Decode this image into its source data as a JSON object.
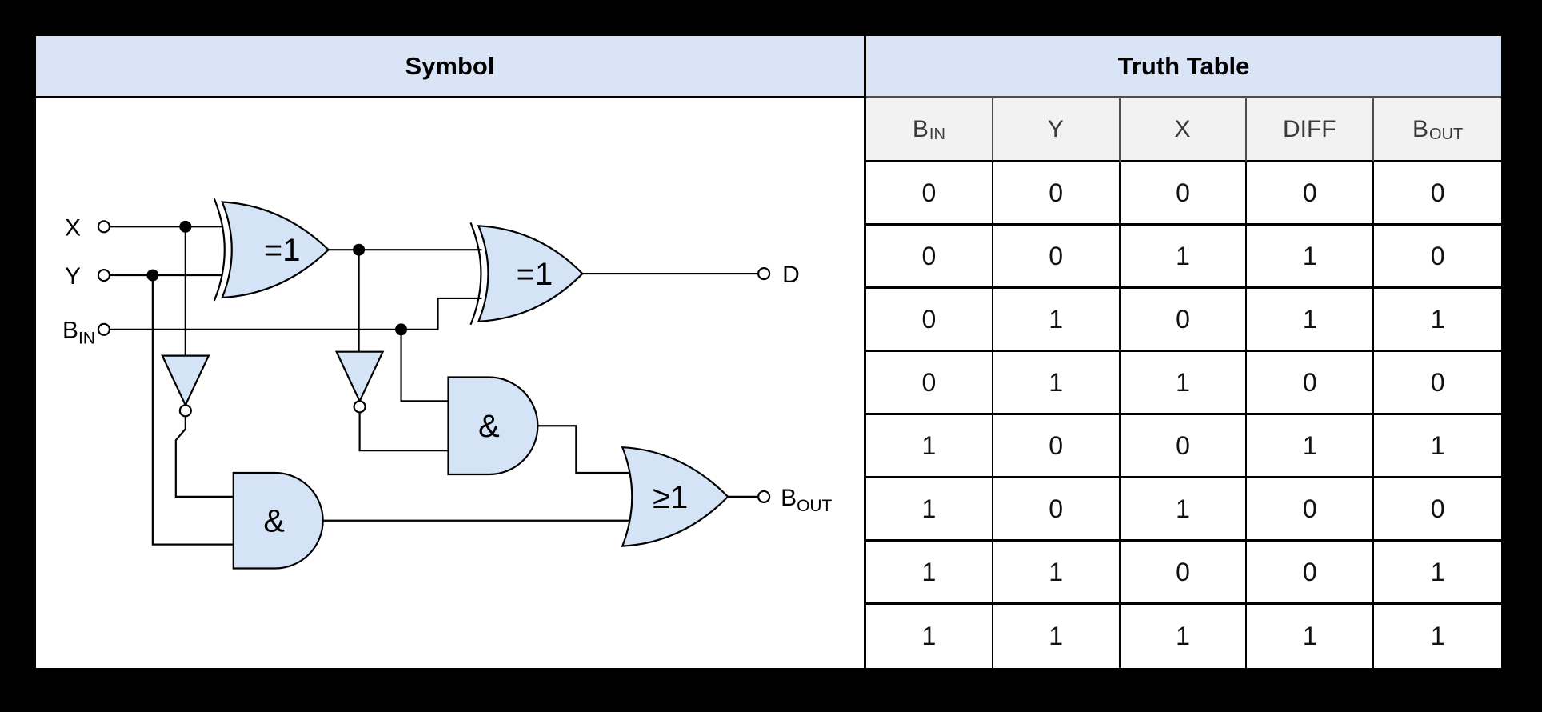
{
  "panel": {
    "symbol_header": "Symbol",
    "truth_header": "Truth Table"
  },
  "colors": {
    "page_background": "#000000",
    "panel_background": "#ffffff",
    "header_bg": "#d9e4f6",
    "gate_fill": "#d5e3f6",
    "table_header_bg": "#f2f2f2",
    "table_header_text": "#3a3a3a",
    "line_color": "#000000"
  },
  "circuit": {
    "inputs": [
      {
        "label": "X",
        "sub": ""
      },
      {
        "label": "Y",
        "sub": ""
      },
      {
        "label": "B",
        "sub": "IN"
      }
    ],
    "outputs": [
      {
        "label": "D",
        "sub": ""
      },
      {
        "label": "B",
        "sub": "OUT"
      }
    ],
    "gates": {
      "xor1": "=1",
      "xor2": "=1",
      "and_mid": "&",
      "and_bottom": "&",
      "or": "≥1"
    }
  },
  "table": {
    "headers": [
      {
        "main": "B",
        "sub": "IN"
      },
      {
        "main": "Y",
        "sub": ""
      },
      {
        "main": "X",
        "sub": ""
      },
      {
        "main": "DIFF",
        "sub": ""
      },
      {
        "main": "B",
        "sub": "OUT"
      }
    ],
    "rows": [
      [
        "0",
        "0",
        "0",
        "0",
        "0"
      ],
      [
        "0",
        "0",
        "1",
        "1",
        "0"
      ],
      [
        "0",
        "1",
        "0",
        "1",
        "1"
      ],
      [
        "0",
        "1",
        "1",
        "0",
        "0"
      ],
      [
        "1",
        "0",
        "0",
        "1",
        "1"
      ],
      [
        "1",
        "0",
        "1",
        "0",
        "0"
      ],
      [
        "1",
        "1",
        "0",
        "0",
        "1"
      ],
      [
        "1",
        "1",
        "1",
        "1",
        "1"
      ]
    ]
  }
}
